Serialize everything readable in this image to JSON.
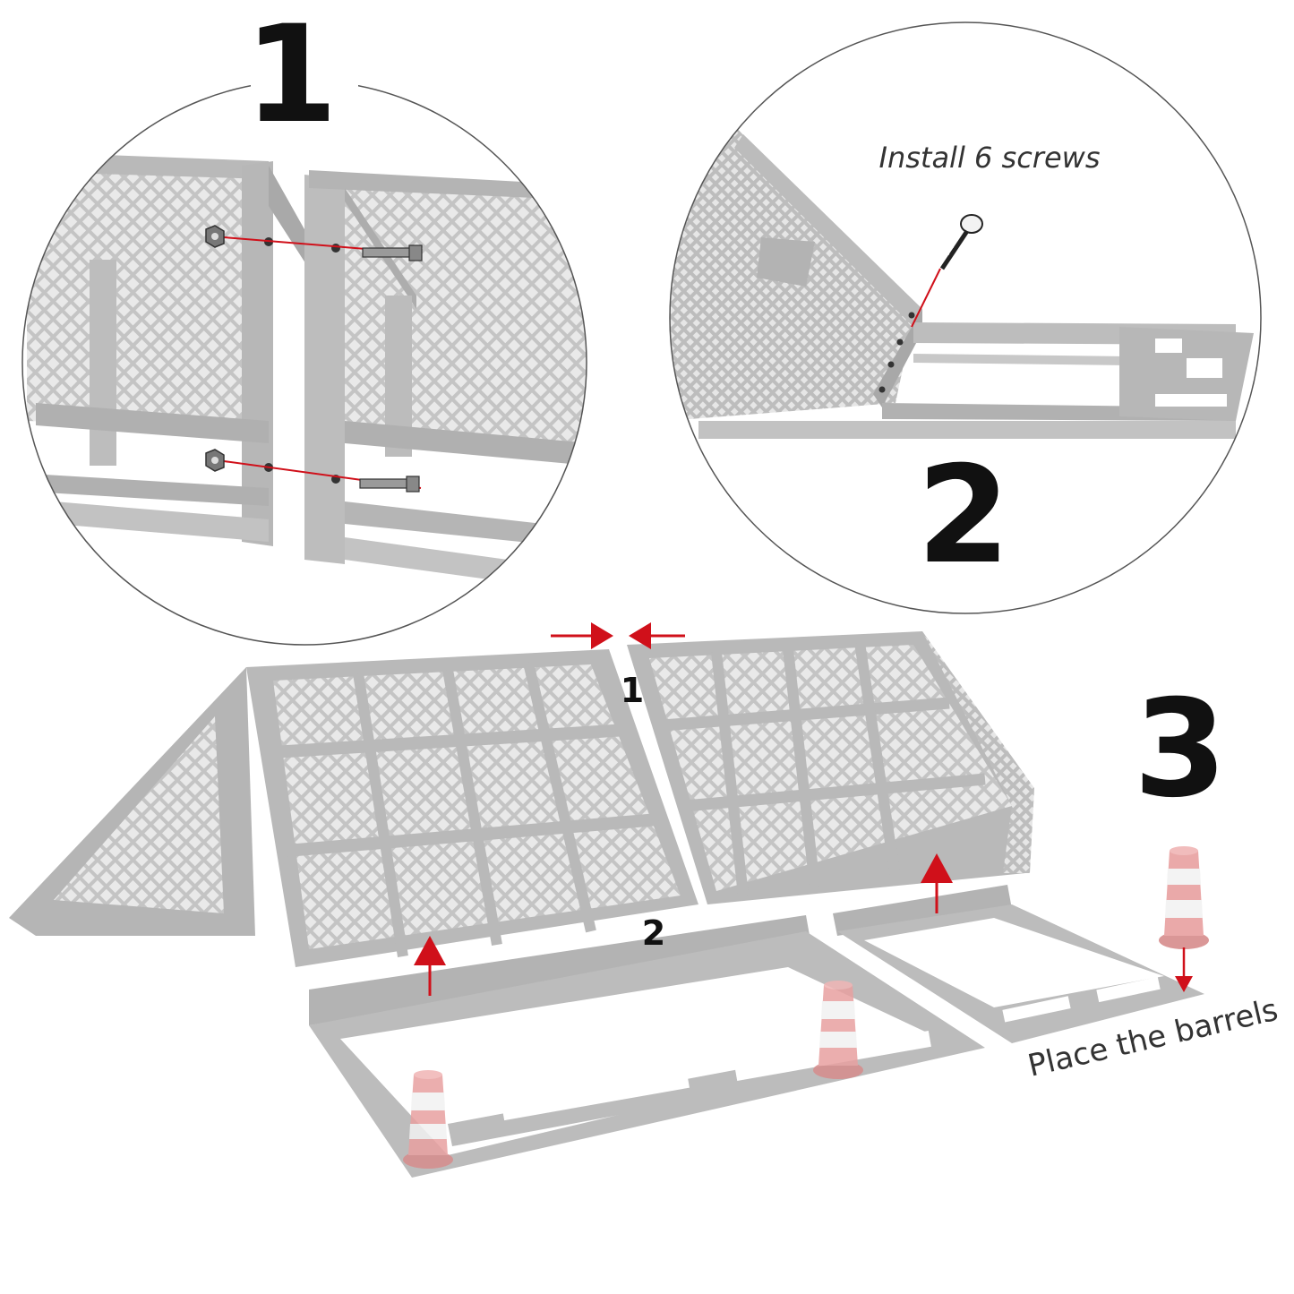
{
  "steps": {
    "step1": {
      "number": "1"
    },
    "step2": {
      "number": "2",
      "caption": "Install 6 screws"
    },
    "step3": {
      "number": "3",
      "caption": "Place the barrels",
      "label_join": "1",
      "label_base": "2"
    }
  },
  "colors": {
    "metal": "#b9b9b9",
    "metal_dark": "#9e9e9e",
    "mesh": "#d6d6d6",
    "arrow": "#d0101a",
    "barrel_red": "#e8a0a0",
    "barrel_white": "#f2f2f2",
    "outline": "#555555"
  },
  "icons": [
    "bolt-icon",
    "nut-icon",
    "screw-icon",
    "barrel-icon",
    "arrow-icon"
  ]
}
